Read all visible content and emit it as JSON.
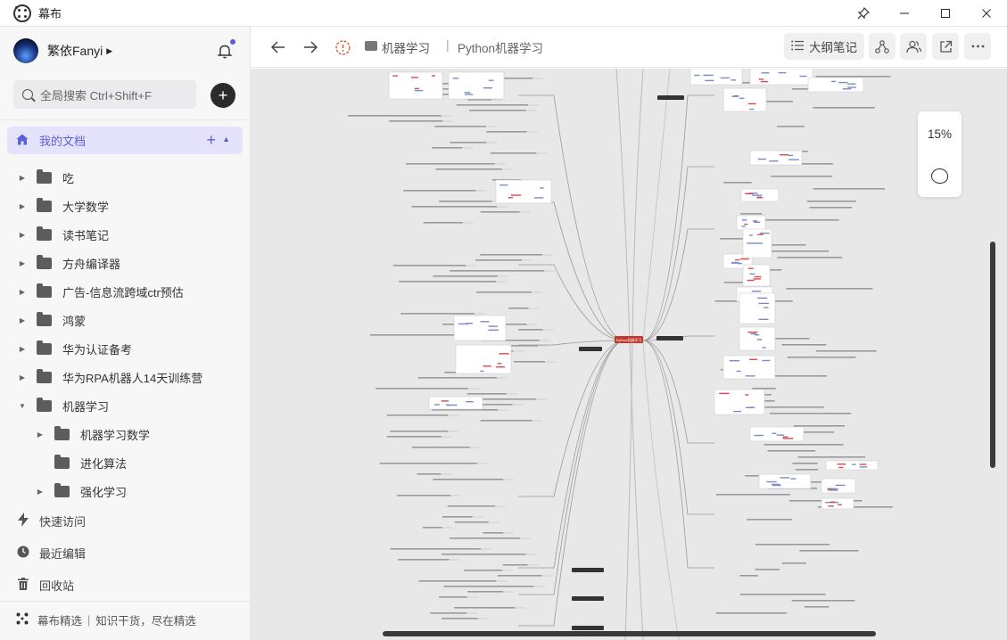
{
  "window": {
    "title": "幕布",
    "pin_icon": "pin-icon",
    "minimize_icon": "minimize-icon",
    "maximize_icon": "maximize-icon",
    "close_icon": "close-icon"
  },
  "sidebar": {
    "username": "繁依Fanyi",
    "search_placeholder": "全局搜索 Ctrl+Shift+F",
    "my_docs_label": "我的文档",
    "tree": [
      {
        "label": "吃",
        "level": 0,
        "expanded": false,
        "has_children": true
      },
      {
        "label": "大学数学",
        "level": 0,
        "expanded": false,
        "has_children": true
      },
      {
        "label": "读书笔记",
        "level": 0,
        "expanded": false,
        "has_children": true
      },
      {
        "label": "方舟编译器",
        "level": 0,
        "expanded": false,
        "has_children": true
      },
      {
        "label": "广告-信息流跨域ctr预估",
        "level": 0,
        "expanded": false,
        "has_children": true
      },
      {
        "label": "鸿蒙",
        "level": 0,
        "expanded": false,
        "has_children": true
      },
      {
        "label": "华为认证备考",
        "level": 0,
        "expanded": false,
        "has_children": true
      },
      {
        "label": "华为RPA机器人14天训练营",
        "level": 0,
        "expanded": false,
        "has_children": true
      },
      {
        "label": "机器学习",
        "level": 0,
        "expanded": true,
        "has_children": true
      },
      {
        "label": "机器学习数学",
        "level": 1,
        "expanded": false,
        "has_children": true
      },
      {
        "label": "进化算法",
        "level": 1,
        "expanded": false,
        "has_children": false
      },
      {
        "label": "强化学习",
        "level": 1,
        "expanded": false,
        "has_children": true
      }
    ],
    "nav": [
      {
        "label": "快速访问",
        "icon": "lightning-icon"
      },
      {
        "label": "最近编辑",
        "icon": "clock-icon"
      },
      {
        "label": "回收站",
        "icon": "trash-icon"
      }
    ],
    "promo_brand": "幕布精选",
    "promo_divider": "|",
    "promo_text": "知识干货，尽在精选"
  },
  "toolbar": {
    "breadcrumb_folder": "机器学习",
    "breadcrumb_divider": "|",
    "breadcrumb_doc": "Python机器学习",
    "outline_label": "大纲笔记"
  },
  "canvas": {
    "zoom_label": "15%",
    "root_node_label": "Python机器学习",
    "root_color": "#c0392b"
  },
  "colors": {
    "accent": "#5b5fd8",
    "selected_bg": "#e5e3fb",
    "canvas_bg": "#e8e8e8"
  }
}
